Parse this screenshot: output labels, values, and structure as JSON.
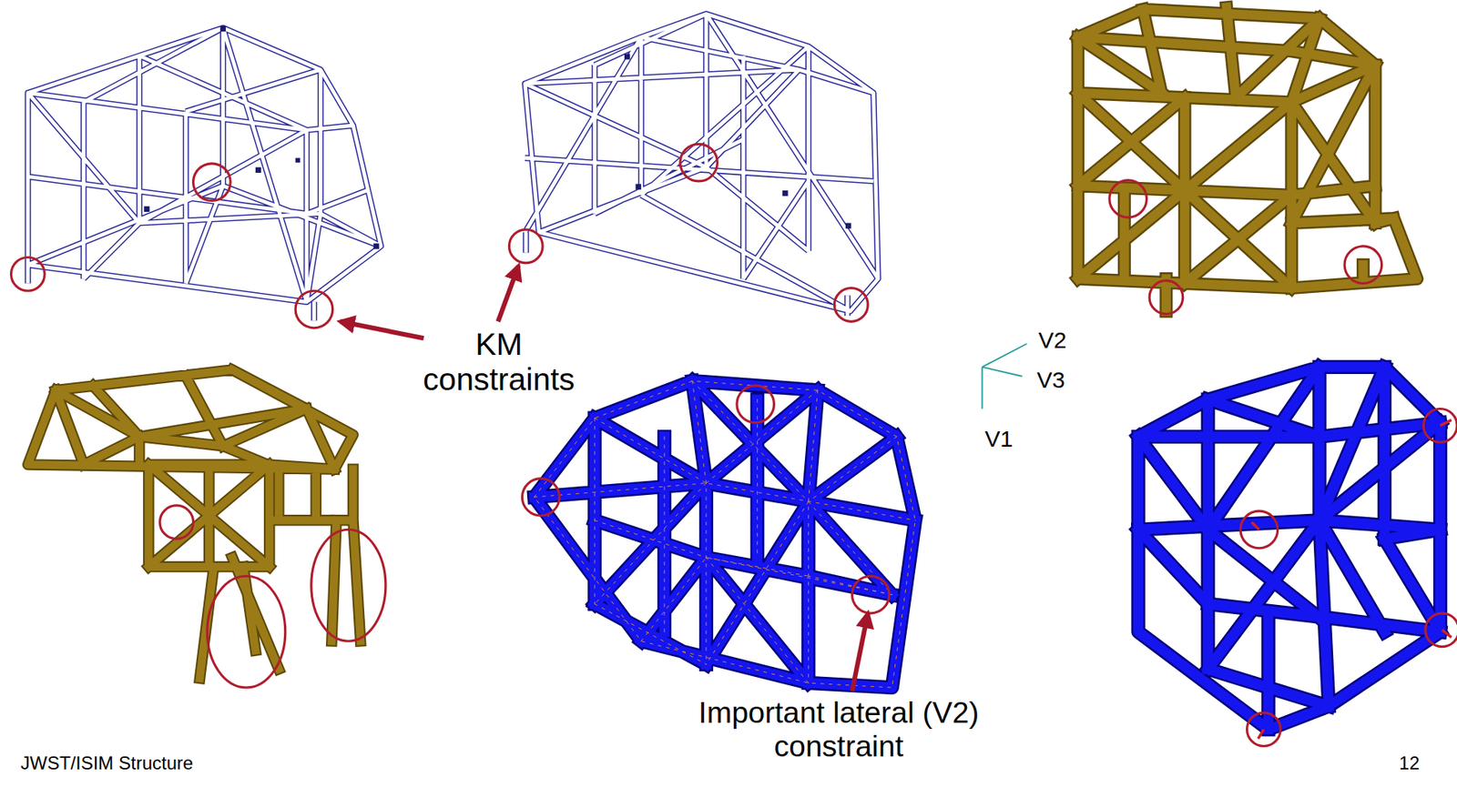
{
  "diagram": {
    "labels": [
      "KM constraints",
      "V2",
      "V3",
      "V1",
      "Important lateral (V2) constraint",
      "JWST/ISIM Structure",
      "12"
    ]
  }
}
